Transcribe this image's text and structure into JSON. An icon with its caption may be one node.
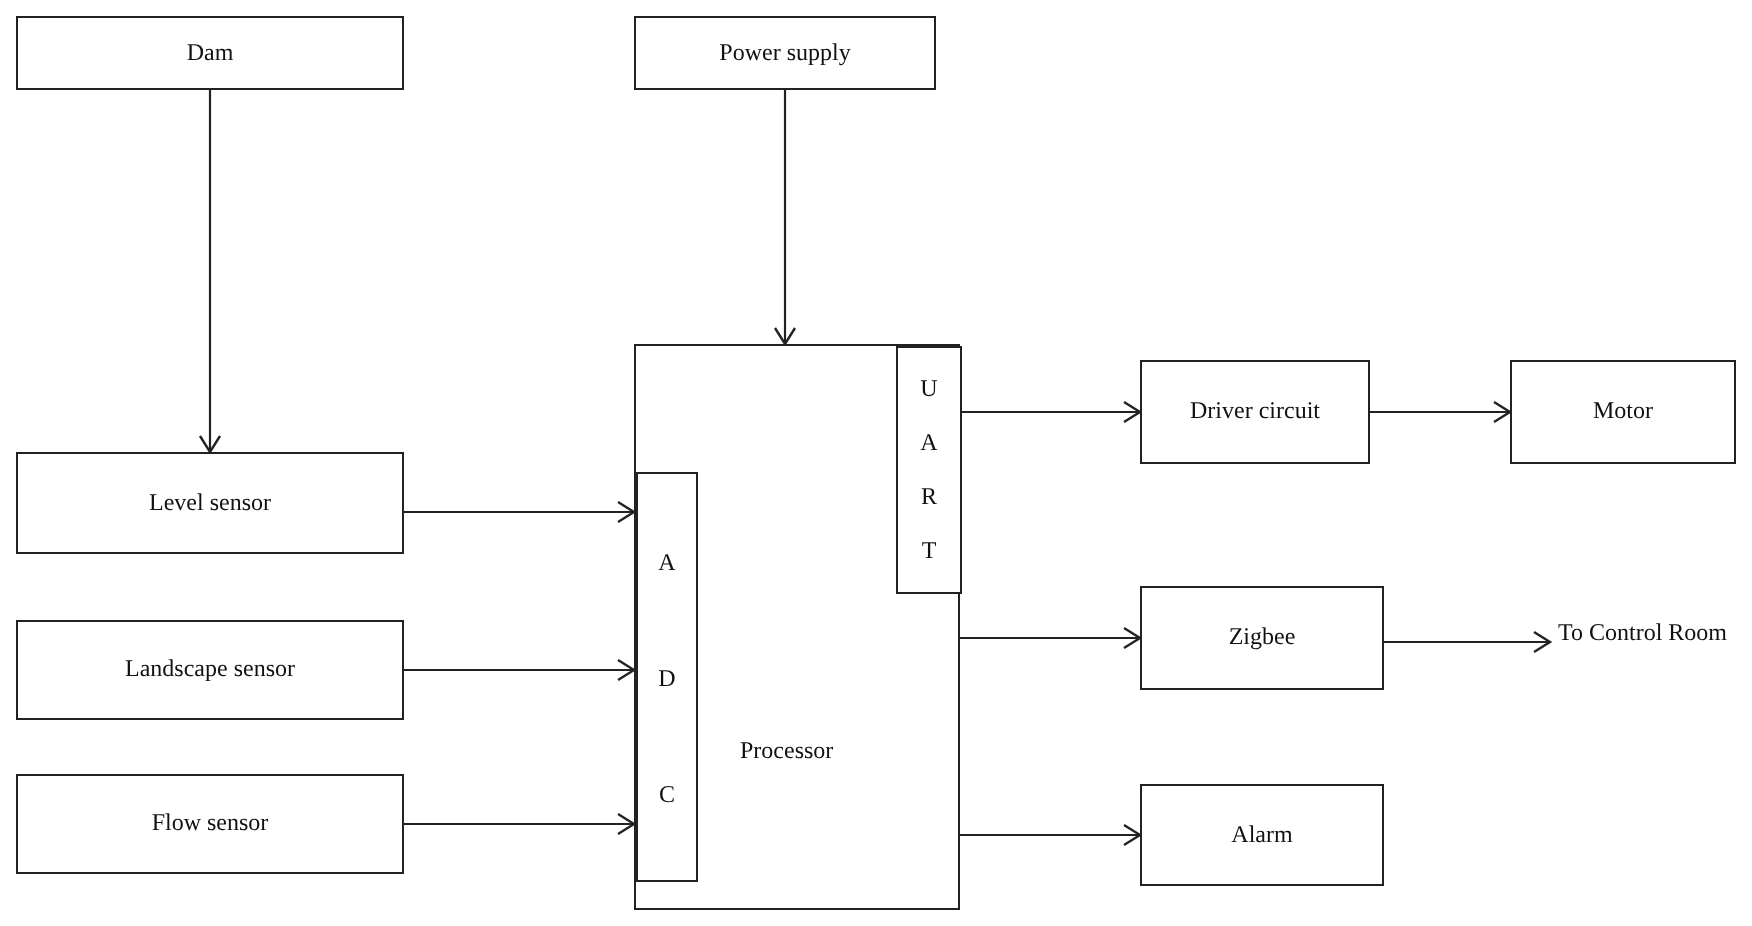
{
  "diagram": {
    "nodes": [
      {
        "text": [
          "Dam"
        ]
      },
      {
        "text": [
          "Power supply"
        ]
      },
      {
        "text": [
          "Processor"
        ]
      },
      {
        "text": [
          "UART"
        ],
        "in": 2
      },
      {
        "text": [
          "ADC"
        ],
        "in": 2
      },
      {
        "text": [
          "Level sensor"
        ]
      },
      {
        "text": [
          "Driver circuit"
        ]
      },
      {
        "text": [
          "Motor"
        ]
      },
      {
        "text": [
          "Landscape sensor"
        ]
      },
      {
        "text": [
          "Zigbee"
        ]
      },
      {
        "text": [
          "To Control Room"
        ]
      },
      {
        "text": [
          "Flow sensor"
        ]
      },
      {
        "text": [
          "Alarm"
        ]
      }
    ],
    "edges": [
      {
        "from": 0,
        "to": 5,
        "arrow": "to"
      },
      {
        "from": 1,
        "to": 2,
        "arrow": "to"
      },
      {
        "from": 5,
        "to": 4,
        "arrow": "to"
      },
      {
        "from": 8,
        "to": 4,
        "arrow": "to"
      },
      {
        "from": 11,
        "to": 4,
        "arrow": "to"
      },
      {
        "from": 3,
        "to": 6,
        "arrow": "to"
      },
      {
        "from": 6,
        "to": 7,
        "arrow": "to"
      },
      {
        "from": 2,
        "to": 9,
        "arrow": "to"
      },
      {
        "from": 9,
        "to": 10,
        "arrow": "to"
      },
      {
        "from": 2,
        "to": 12,
        "arrow": "to"
      }
    ]
  }
}
